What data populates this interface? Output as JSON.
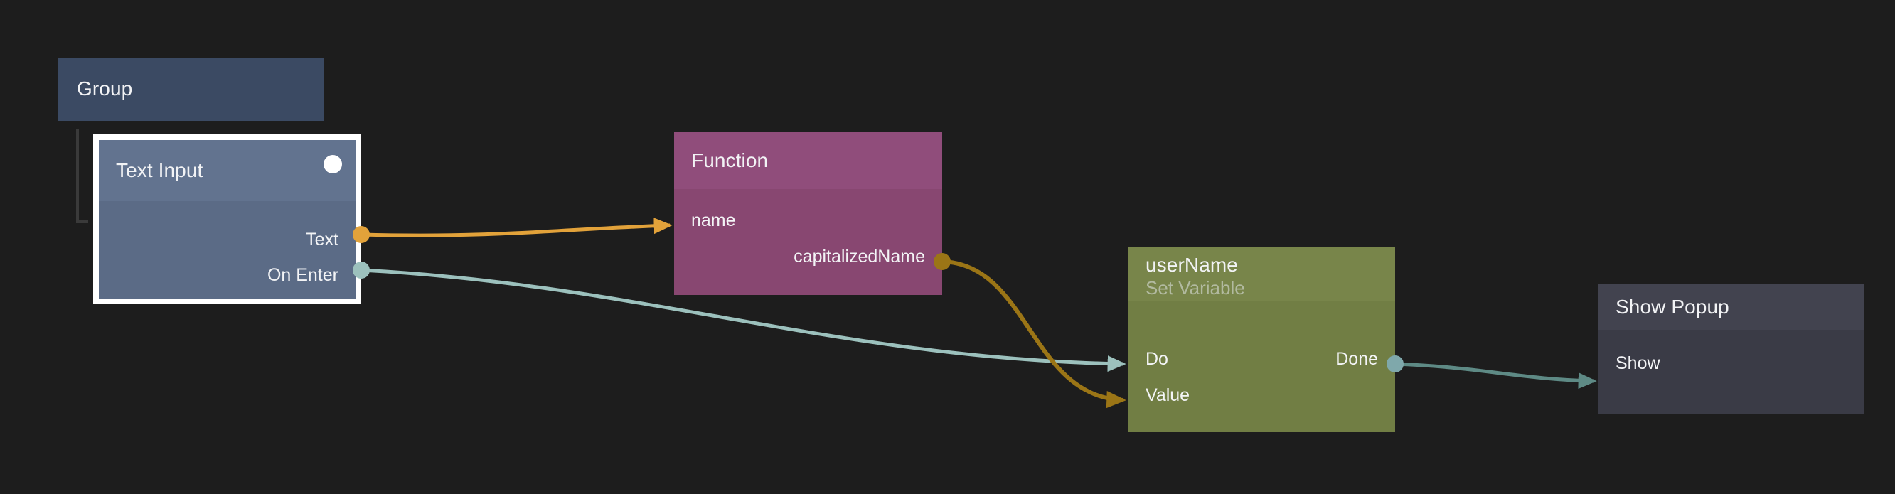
{
  "editor": {
    "background_color": "#1d1d1d",
    "name": "node-graph-canvas"
  },
  "group": {
    "label": "Group",
    "header_color": "#3b4a63",
    "bracket_color": "#3a3a3a"
  },
  "nodes": [
    {
      "id": "text-input",
      "title": "Text Input",
      "subtitle": "",
      "color": "#5d6e8a",
      "selected": true,
      "selection_color": "#ffffff",
      "indicator": "status-dot",
      "indicator_color": "#ffffff",
      "inputs": [],
      "outputs": [
        {
          "label": "Text",
          "color": "#e2a23a",
          "type": "value"
        },
        {
          "label": "On Enter",
          "color": "#9cc1bd",
          "type": "signal"
        }
      ]
    },
    {
      "id": "function",
      "title": "Function",
      "subtitle": "",
      "color": "#8d4a77",
      "selected": false,
      "inputs": [
        {
          "label": "name",
          "color": "#e2a23a",
          "type": "value"
        }
      ],
      "outputs": [
        {
          "label": "capitalizedName",
          "color": "#9b7516",
          "type": "value"
        }
      ]
    },
    {
      "id": "set-variable",
      "title": "userName",
      "subtitle": "Set Variable",
      "color": "#74813f",
      "selected": false,
      "inputs": [
        {
          "label": "Do",
          "color": "#7fa8ab",
          "type": "signal"
        },
        {
          "label": "Value",
          "color": "#9b7516",
          "type": "value"
        }
      ],
      "outputs": [
        {
          "label": "Done",
          "color": "#7fa8ab",
          "type": "signal"
        }
      ]
    },
    {
      "id": "show-popup",
      "title": "Show Popup",
      "subtitle": "",
      "color": "#3b3c47",
      "selected": false,
      "inputs": [
        {
          "label": "Show",
          "color": "#5e8a85",
          "type": "signal"
        }
      ],
      "outputs": []
    }
  ],
  "connections": [
    {
      "id": "text-to-name",
      "from_node": "text-input",
      "from_port": "Text",
      "to_node": "function",
      "to_port": "name",
      "color": "#e2a23a",
      "width": 5
    },
    {
      "id": "onenter-to-do",
      "from_node": "text-input",
      "from_port": "On Enter",
      "to_node": "set-variable",
      "to_port": "Do",
      "color": "#9cc1bd",
      "width": 5
    },
    {
      "id": "capitalizedname-to-value",
      "from_node": "function",
      "from_port": "capitalizedName",
      "to_node": "set-variable",
      "to_port": "Value",
      "color": "#9b7516",
      "width": 6
    },
    {
      "id": "done-to-show",
      "from_node": "set-variable",
      "from_port": "Done",
      "to_node": "show-popup",
      "to_port": "Show",
      "color": "#5e8a85",
      "width": 5
    }
  ]
}
